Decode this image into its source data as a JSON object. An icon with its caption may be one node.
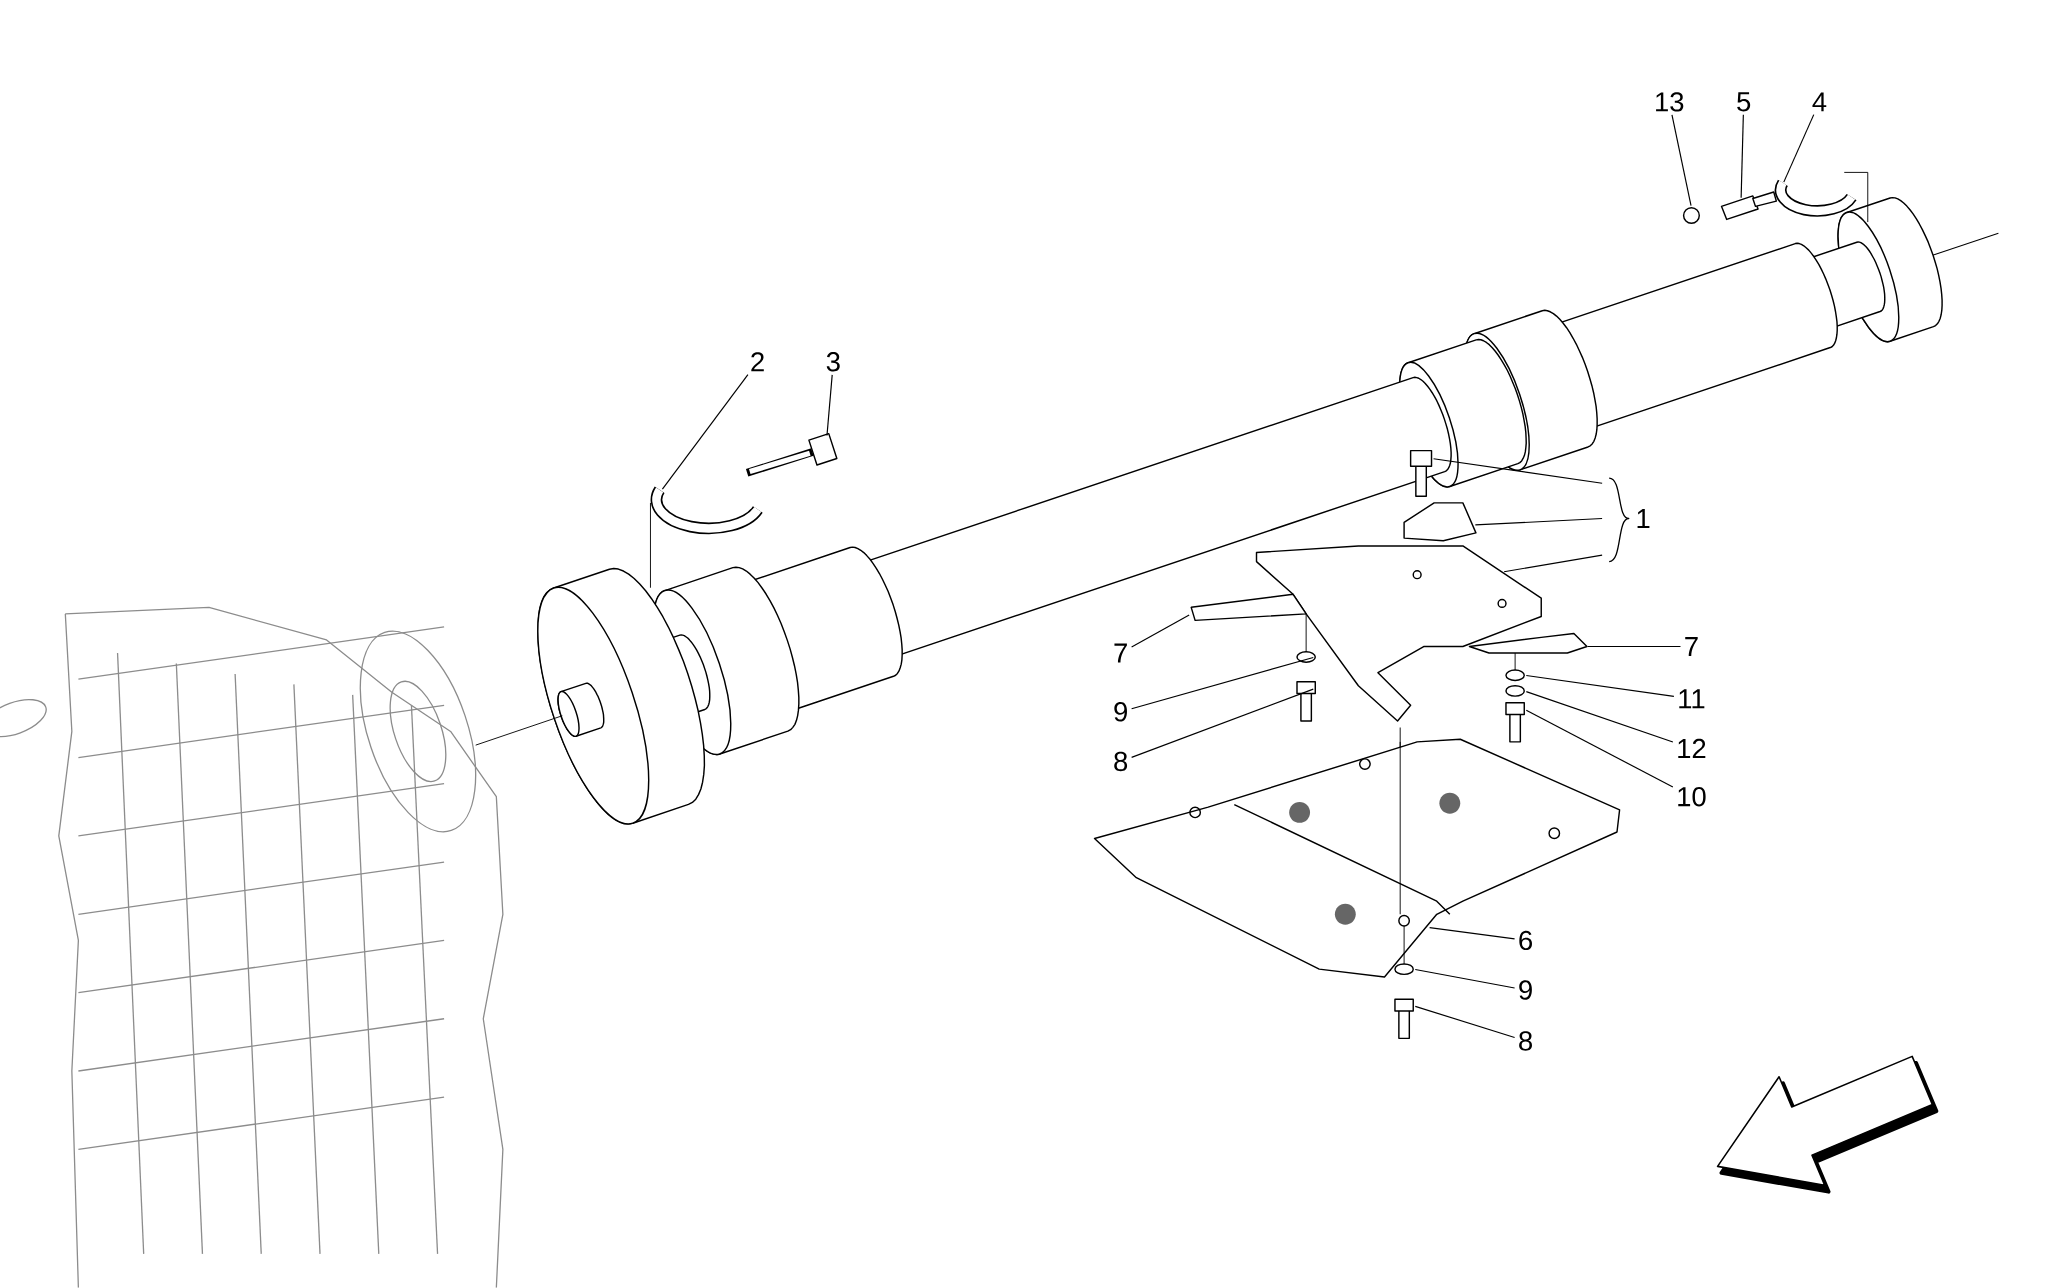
{
  "diagram": {
    "nodes": [
      {
        "text": [
          "13"
        ]
      },
      {
        "text": [
          "5"
        ]
      },
      {
        "text": [
          "4"
        ]
      },
      {
        "text": [
          "2"
        ]
      },
      {
        "text": [
          "3"
        ]
      },
      {
        "text": [
          "1"
        ]
      },
      {
        "text": [
          "7"
        ]
      },
      {
        "text": [
          "7"
        ]
      },
      {
        "text": [
          "9"
        ]
      },
      {
        "text": [
          "11"
        ]
      },
      {
        "text": [
          "8"
        ]
      },
      {
        "text": [
          "12"
        ]
      },
      {
        "text": [
          "10"
        ]
      },
      {
        "text": [
          "6"
        ]
      },
      {
        "text": [
          "9"
        ]
      },
      {
        "text": [
          "8"
        ]
      },
      {
        "text": [],
        "shape": "circle"
      },
      {
        "text": [],
        "shape": "picture"
      },
      {
        "text": [],
        "shape": "picture"
      },
      {
        "text": [],
        "shape": "picture"
      },
      {
        "text": [],
        "shape": "picture"
      },
      {
        "text": [],
        "shape": "picture"
      },
      {
        "text": [],
        "shape": "picture"
      },
      {
        "text": [],
        "shape": "picture"
      },
      {
        "text": [],
        "shape": "picture"
      },
      {
        "text": [],
        "shape": "picture"
      },
      {
        "text": [],
        "shape": "circle"
      },
      {
        "text": [],
        "shape": "circle"
      },
      {
        "text": [],
        "shape": "picture"
      },
      {
        "text": [],
        "shape": "circle"
      },
      {
        "text": [],
        "shape": "picture"
      },
      {
        "text": [],
        "shape": "picture"
      },
      {
        "text": [],
        "shape": "circle"
      },
      {
        "text": [],
        "shape": "picture"
      },
      {
        "text": [],
        "shape": "picture"
      },
      {
        "text": [],
        "shape": "picture"
      },
      {
        "text": [],
        "shape": "picture"
      }
    ],
    "edges": [
      {
        "from": 0,
        "to": 16,
        "arrow": "none"
      },
      {
        "from": 1,
        "to": 17,
        "arrow": "none"
      },
      {
        "from": 2,
        "to": 18,
        "arrow": "none"
      },
      {
        "from": 3,
        "to": 19,
        "arrow": "none"
      },
      {
        "from": 4,
        "to": 20,
        "arrow": "none"
      },
      {
        "from": 5,
        "to": 21,
        "arrow": "none"
      },
      {
        "from": 5,
        "to": 22,
        "arrow": "none"
      },
      {
        "from": 5,
        "to": 23,
        "arrow": "none"
      },
      {
        "from": 6,
        "to": 24,
        "arrow": "none"
      },
      {
        "from": 7,
        "to": 25,
        "arrow": "none"
      },
      {
        "from": 8,
        "to": 26,
        "arrow": "none"
      },
      {
        "from": 9,
        "to": 27,
        "arrow": "none"
      },
      {
        "from": 10,
        "to": 28,
        "arrow": "none"
      },
      {
        "from": 11,
        "to": 29,
        "arrow": "none"
      },
      {
        "from": 12,
        "to": 30,
        "arrow": "none"
      },
      {
        "from": 13,
        "to": 31,
        "arrow": "none"
      },
      {
        "from": 14,
        "to": 32,
        "arrow": "none"
      },
      {
        "from": 15,
        "to": 33,
        "arrow": "none"
      },
      {
        "from": 24,
        "to": 26,
        "arrow": "none"
      },
      {
        "from": 25,
        "to": 27,
        "arrow": "none"
      },
      {
        "from": 23,
        "to": 31,
        "arrow": "none"
      },
      {
        "from": 31,
        "to": 32,
        "arrow": "none"
      },
      {
        "from": 34,
        "to": 35,
        "arrow": "none"
      },
      {
        "from": 19,
        "to": 35,
        "arrow": "none"
      },
      {
        "from": 18,
        "to": 36,
        "arrow": "none"
      }
    ]
  }
}
